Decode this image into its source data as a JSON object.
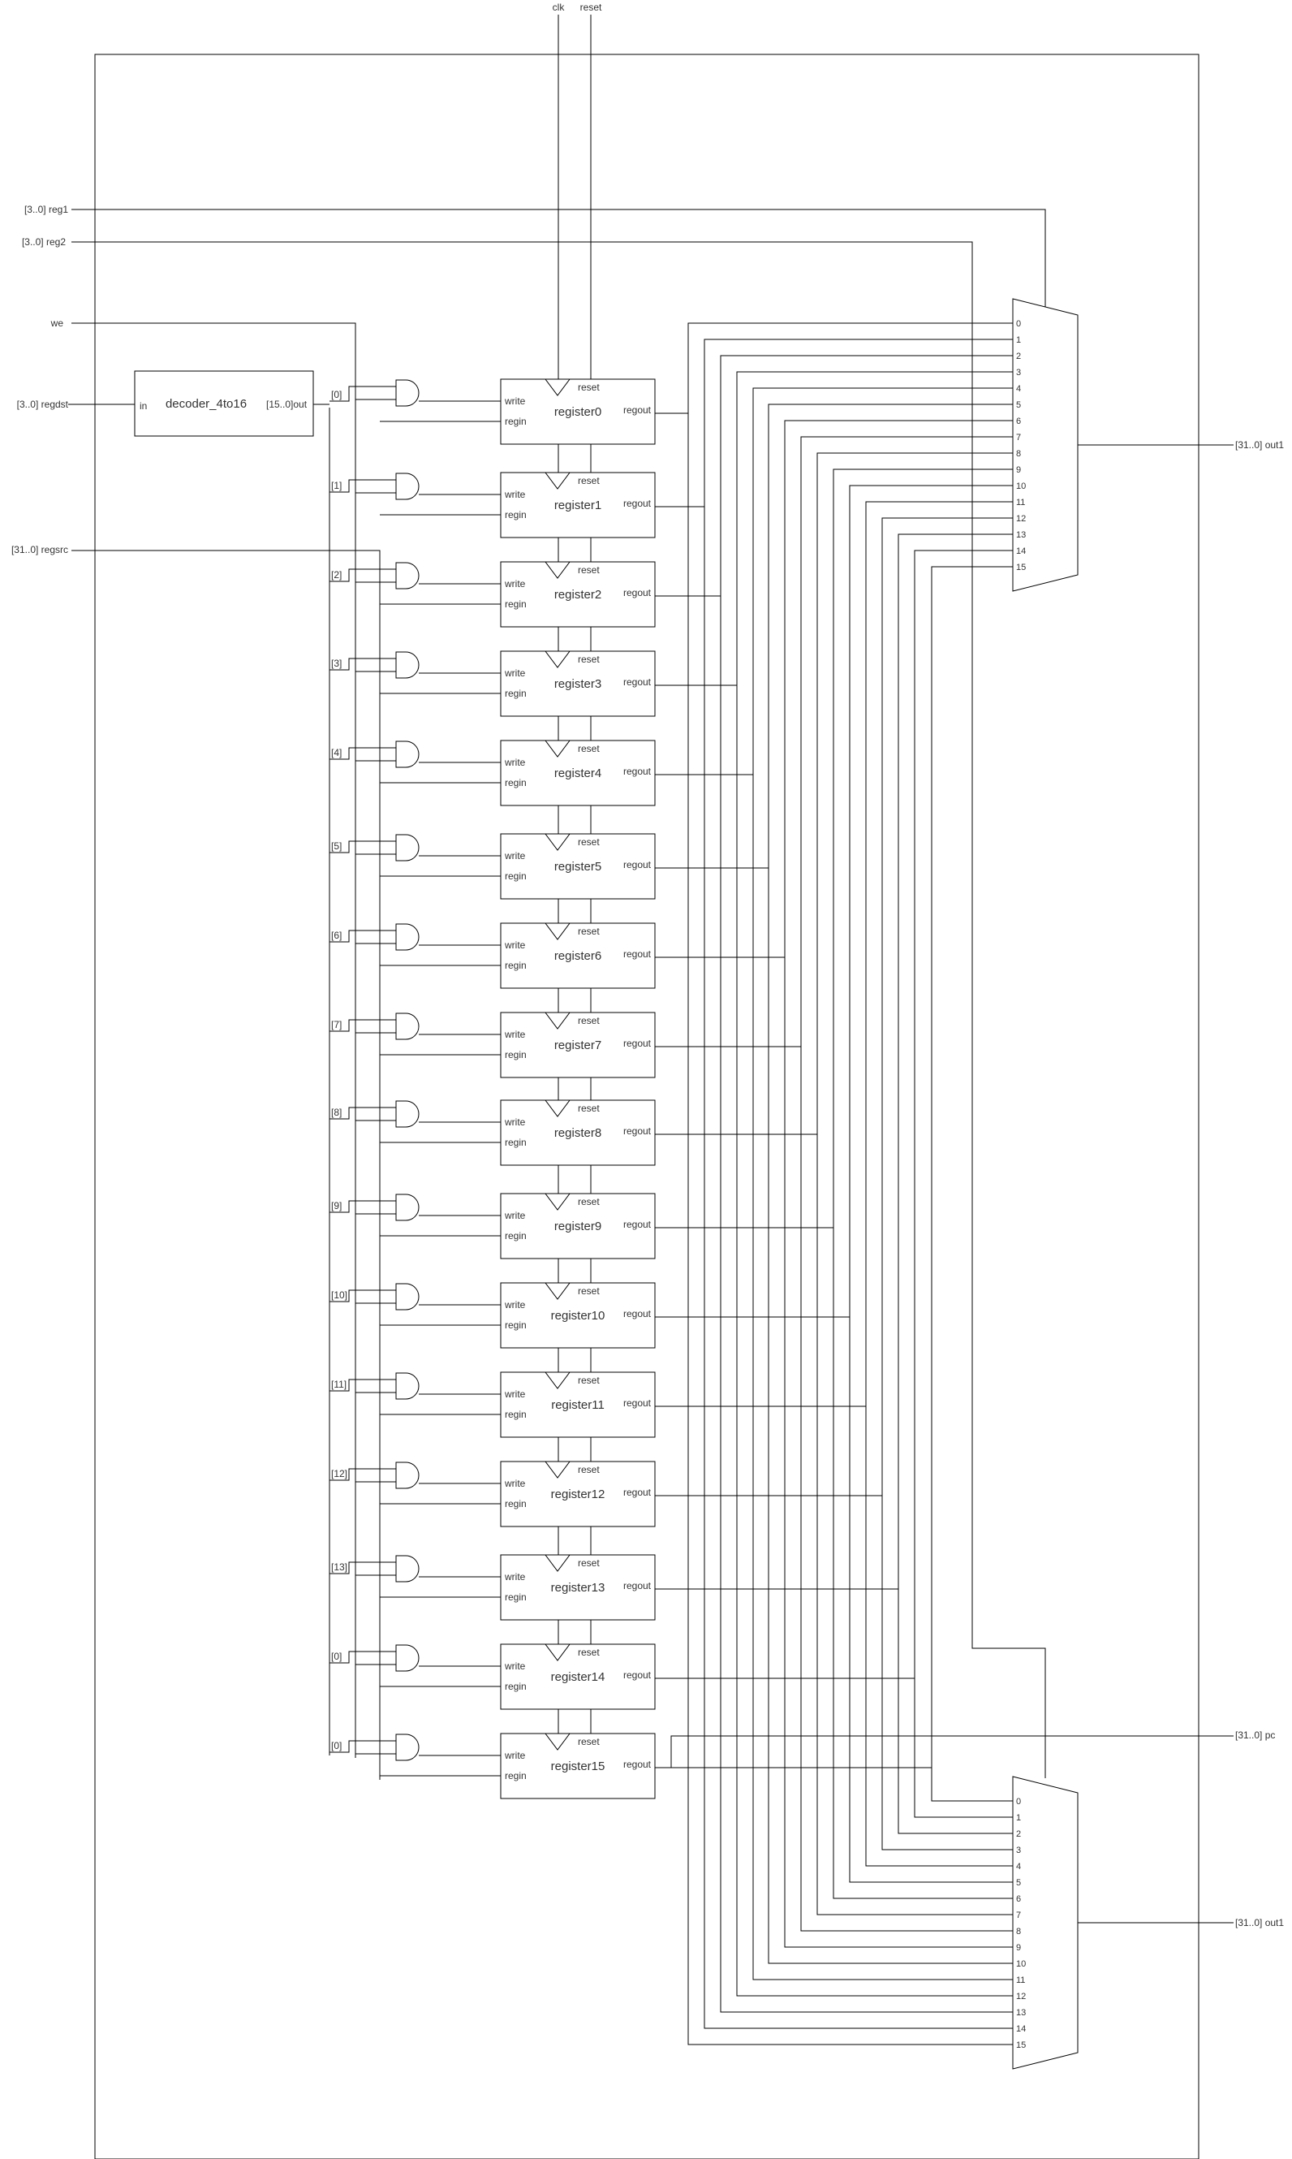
{
  "signals": {
    "clk": "clk",
    "reset": "reset",
    "reg1": "[3..0] reg1",
    "reg2": "[3..0] reg2",
    "we": "we",
    "regdst": "[3..0] regdst",
    "regsrc": "[31..0] regsrc",
    "out1_top": "[31..0] out1",
    "out1_bottom": "[31..0] out1",
    "pc": "[31..0] pc"
  },
  "decoder": {
    "name": "decoder_4to16",
    "in_pin": "in",
    "out_pin": "[15..0]out"
  },
  "register_pins": {
    "write": "write",
    "regin": "regin",
    "reset": "reset",
    "regout": "regout"
  },
  "registers": [
    {
      "name": "register0",
      "tap": "[0]"
    },
    {
      "name": "register1",
      "tap": "[1]"
    },
    {
      "name": "register2",
      "tap": "[2]"
    },
    {
      "name": "register3",
      "tap": "[3]"
    },
    {
      "name": "register4",
      "tap": "[4]"
    },
    {
      "name": "register5",
      "tap": "[5]"
    },
    {
      "name": "register6",
      "tap": "[6]"
    },
    {
      "name": "register7",
      "tap": "[7]"
    },
    {
      "name": "register8",
      "tap": "[8]"
    },
    {
      "name": "register9",
      "tap": "[9]"
    },
    {
      "name": "register10",
      "tap": "[10]"
    },
    {
      "name": "register11",
      "tap": "[11]"
    },
    {
      "name": "register12",
      "tap": "[12]"
    },
    {
      "name": "register13",
      "tap": "[13]"
    },
    {
      "name": "register14",
      "tap": "[0]"
    },
    {
      "name": "register15",
      "tap": "[0]"
    }
  ],
  "mux_inputs": [
    "0",
    "1",
    "2",
    "3",
    "4",
    "5",
    "6",
    "7",
    "8",
    "9",
    "10",
    "11",
    "12",
    "13",
    "14",
    "15"
  ]
}
